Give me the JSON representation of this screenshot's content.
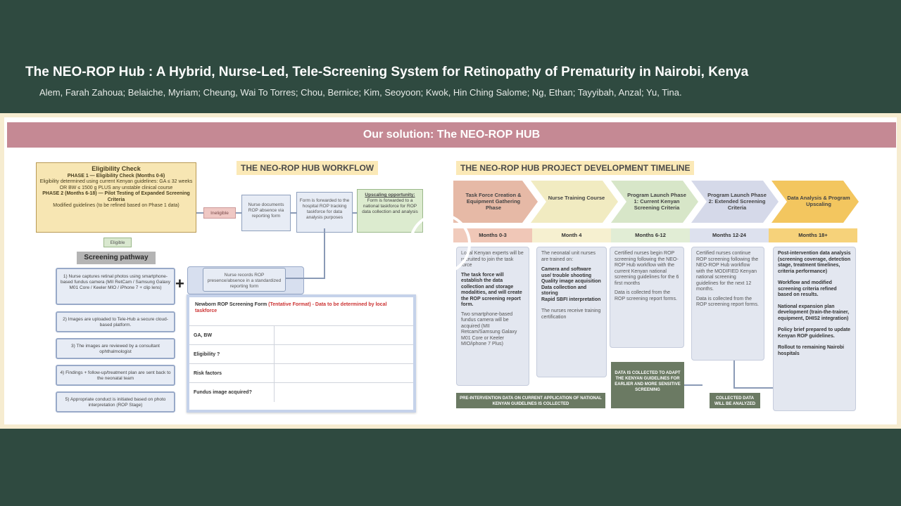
{
  "header": {
    "title": "The NEO-ROP Hub : A Hybrid, Nurse-Led, Tele-Screening System for Retinopathy of Prematurity in Nairobi, Kenya",
    "authors": "Alem, Farah Zahoua; Belaiche, Myriam; Cheung, Wai To Torres; Chou, Bernice; Kim, Seoyoon; Kwok, Hin Ching Salome; Ng, Ethan; Tayyibah, Anzal; Yu, Tina."
  },
  "banner": "Our solution: The NEO-ROP HUB",
  "workflow": {
    "section_title": "THE NEO-ROP HUB WORKFLOW",
    "eligibility": {
      "title": "Eligibility Check",
      "phase1_heading": "PHASE 1 — Eligibility Check (Months 0-6)",
      "phase1_text": "Eligibility determined using current Kenyan guidelines: GA ≤ 32 weeks OR BW ≤ 1500 g PLUS any unstable clinical course",
      "phase2_heading": "PHASE 2 (Months 6-18) — Pilot Testing of Expanded Screening Criteria",
      "phase2_text": "Modified guidelines (to be refined based on Phase 1 data)"
    },
    "ineligible": "Ineligible",
    "eligible": "Eligible",
    "nurse_documents": "Nurse documents ROP absence via reporting form",
    "form_forwarded": "Form is forwarded to the hospital ROP tracking taskforce for data analysis purposes",
    "upscaling_heading": "Upscaling opportunity:",
    "upscaling_text": "Form is forwarded to a national taskforce for ROP data collection and analysis",
    "screening_pathway": "Screening pathway",
    "steps": [
      {
        "label": "1) Nurse captures retinal photos using smartphone-based fundus camera (MII RetCam / Samsung Galaxy M01 Core / Keeler MIO / iPhone 7 + clip lens)"
      },
      {
        "label": "2) Images are uploaded to Tele-Hub a secure cloud-based platform."
      },
      {
        "label": "3) The images are reviewed by a consultant ophthalmologist"
      },
      {
        "label": "4) Findings + follow-up/treatment plan are sent back to the neonatal team"
      },
      {
        "label": "5) Appropriate conduct is initiated based on photo interpretation (ROP Stage)"
      }
    ],
    "plus_sign": "+",
    "nurse_records": "Nurse records ROP presence/absence in a standardized reporting form",
    "form": {
      "title": "Newborn ROP Screening Form",
      "note": "(Tentative Format) - Data to be determined by local taskforce",
      "rows": [
        "GA, BW",
        "Eligibility ?",
        "Risk factors",
        "Fundus image acquired?"
      ]
    }
  },
  "timeline": {
    "section_title": "THE NEO-ROP HUB PROJECT DEVELOPMENT TIMELINE",
    "phases": [
      {
        "label": "Task Force Creation & Equipment Gathering Phase",
        "months": "Months 0-3",
        "color": "#e6b9a6",
        "mcolor": "#f0c7b7"
      },
      {
        "label": "Nurse Training Course",
        "months": "Month 4",
        "color": "#f1ebc1",
        "mcolor": "#f6f0d0"
      },
      {
        "label": "Program Launch Phase 1: Current Kenyan Screening Criteria",
        "months": "Months 6-12",
        "color": "#d7e6c8",
        "mcolor": "#e1edd5"
      },
      {
        "label": "Program Launch Phase 2: Extended Screening Criteria",
        "months": "Months 12-24",
        "color": "#d5d9e9",
        "mcolor": "#dde1ee"
      },
      {
        "label": "Data Analysis & Program Upscaling",
        "months": "Months 18+",
        "color": "#f3c65f",
        "mcolor": "#f6d27a"
      }
    ],
    "col1": {
      "p1": "Local Kenyan experts will be recruited to join the task force",
      "p2": "The task force will establish the data collection and storage modalities, and will create the ROP screening report form.",
      "p3": "Two smartphone-based fundus camera will be acquired (MII Retcam/Samsung Galaxy M01 Core or Keeler MIO/iphone 7 Plus)"
    },
    "col2": {
      "intro": "The neonatal unit nurses are trained on:",
      "items": [
        "Camera and software use/ trouble shooting",
        "Quality image acquisition",
        "Data collection and storing",
        "Rapid SBFI interpretation"
      ],
      "outro": "The nurses receive training certification"
    },
    "col3": {
      "p1": "Certified nurses begin ROP screening following the NEO-ROP Hub workflow with the current Kenyan national screening guidelines for the 6 first months",
      "p2": "Data is collected from the ROP screening report forms."
    },
    "col4": {
      "p1": "Certified nurses continue ROP screening following the NEO-ROP Hub workflow with the MODIFIED Kenyan national screening guidelines for the next 12 months.",
      "p2": "Data is collected from the ROP screening report forms."
    },
    "col5": {
      "items": [
        "Post-intervention data analysis (screening coverage, detection stage, treatment timelines, criteria performance)",
        "Workflow and modified screening criteria refined based on results.",
        "National expansion plan development (train-the-trainer, equipment, DHIS2 integration)",
        "Policy brief prepared to update Kenyan ROP guidelines.",
        "Rollout to remaining Nairobi hospitals"
      ]
    },
    "dark_boxes": {
      "pre": "PRE-INTERVENTION DATA ON CURRENT APPLICATION OF NATIONAL KENYAN GUIDELINES IS COLLECTED",
      "adapt": "DATA IS COLLECTED TO ADAPT THE KENYAN GUIDELINES FOR EARLIER AND MORE SENSITIVE SCREENING",
      "analyzed": "COLLECTED DATA WILL BE ANALYZED"
    }
  },
  "player": {
    "play_icon": "play-icon"
  }
}
